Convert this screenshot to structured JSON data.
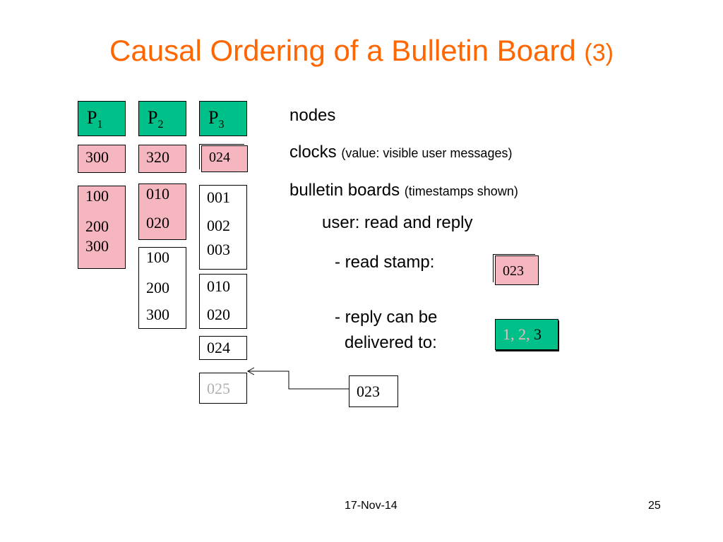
{
  "title": {
    "main": "Causal Ordering of a Bulletin Board",
    "suffix": "(3)"
  },
  "processes": [
    {
      "label": "P",
      "sub": "1",
      "clock": "300",
      "board": [
        "100",
        "200",
        "300"
      ]
    },
    {
      "label": "P",
      "sub": "2",
      "clock": "320",
      "board_top": [
        "010",
        "020"
      ],
      "board_bottom": [
        "100",
        "200",
        "300"
      ]
    },
    {
      "label": "P",
      "sub": "3",
      "clock": "024",
      "board_top": [
        "001",
        "002",
        "003"
      ],
      "board_mid": [
        "010",
        "020"
      ],
      "board_extra": "024",
      "pending": "025"
    }
  ],
  "legend": {
    "nodes": "nodes",
    "clocks": "clocks",
    "clocks_note": "(value: visible user messages)",
    "boards": "bulletin boards",
    "boards_note": "(timestamps shown)",
    "user": "user: read and reply",
    "read_stamp": "- read stamp:",
    "reply_line1": "- reply can be",
    "reply_line2": "delivered to:"
  },
  "read_stamp_value": "023",
  "delivered_to": {
    "part1": "1, 2,",
    "part2": "3"
  },
  "reply_stamp": "023",
  "colors": {
    "title": "#ff6600",
    "node": "#00c08a",
    "clock": "#f5b6bf",
    "pending": "#b0b0b0"
  },
  "footer": {
    "date": "17-Nov-14",
    "page": "25"
  }
}
